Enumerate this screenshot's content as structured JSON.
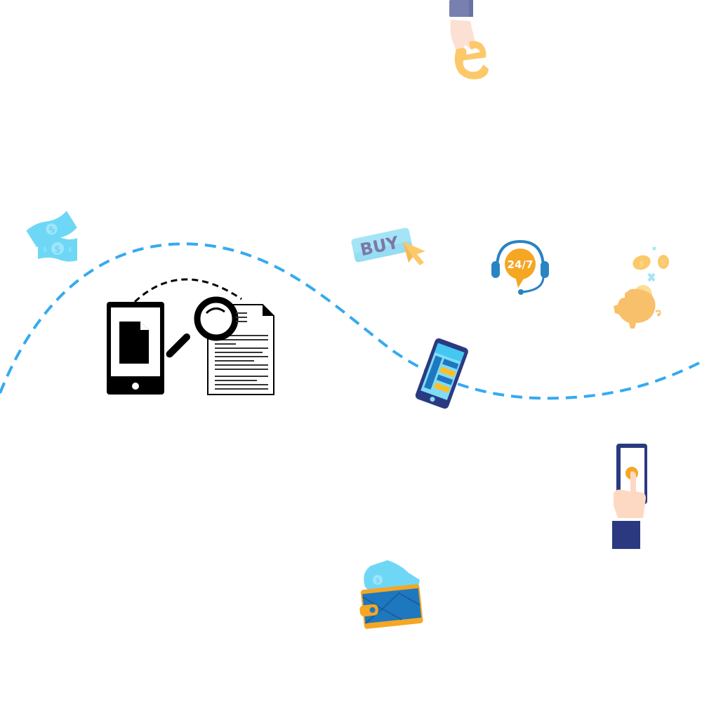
{
  "scene": {
    "description": "Online shopping / e-commerce journey illustration",
    "path_color": "#35aaf0",
    "background": "#ffffff"
  },
  "icons": {
    "hand_e_letter": {
      "label": "Hand holding letter e",
      "letter": "e",
      "sleeve_color": "#7880b0",
      "letter_color": "#fcc96a"
    },
    "money_bills": {
      "label": "Dollar bills",
      "symbol": "$",
      "color": "#6fd7f6"
    },
    "buy_button": {
      "label": "BUY",
      "color": "#a4e4f7",
      "text_color": "#7c78a6",
      "cursor_color": "#fcc96a"
    },
    "support_headset": {
      "label": "24/7",
      "headset_color": "#2a83c3",
      "bubble_color": "#f5a623"
    },
    "piggy_bank": {
      "label": "Piggy bank with coins",
      "symbol": "$",
      "color": "#f8c06a"
    },
    "document_search": {
      "label": "Mobile document search",
      "color": "#000000"
    },
    "mobile_app": {
      "label": "Mobile app screen",
      "frame_color": "#2b3a80",
      "screen_color": "#44c7f0",
      "accent_color": "#fbbe2a"
    },
    "tap_phone": {
      "label": "Finger tapping phone",
      "frame_color": "#2b3a80",
      "button_color": "#f5a623",
      "sleeve_color": "#2b3a80"
    },
    "wallet": {
      "label": "Wallet with cash",
      "body_color": "#1e78c0",
      "trim_color": "#f5a623",
      "cash_color": "#6fd7f6"
    }
  }
}
